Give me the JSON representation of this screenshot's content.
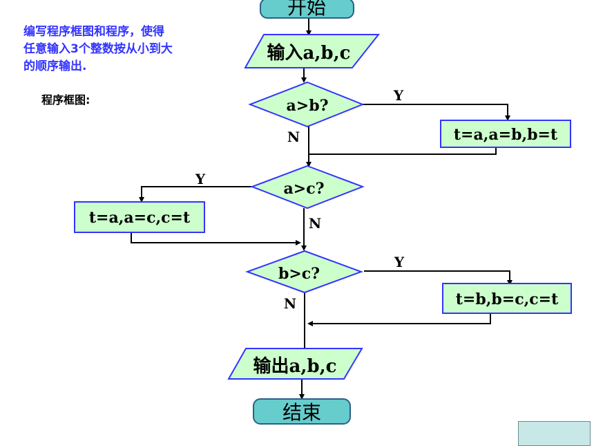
{
  "problem_text": "编写程序框图和程序，使得任意输入3个整数按从小到大的顺序输出.",
  "subtitle": "程序框图:",
  "nodes": {
    "start": "开始",
    "input": "输入a,b,c",
    "cond1": "a>b?",
    "swap1": "t=a,a=b,b=t",
    "cond2": "a>c?",
    "swap2": "t=a,a=c,c=t",
    "cond3": "b>c?",
    "swap3": "t=b,b=c,c=t",
    "output": "输出a,b,c",
    "end": "结束"
  },
  "labels": {
    "yes": "Y",
    "no": "N"
  },
  "colors": {
    "terminal_fill": "#66cccc",
    "shape_fill": "#ccffcc",
    "shape_stroke": "#3333ff",
    "problem_text": "#3333ff",
    "corner_box": "#c8e8e8"
  }
}
